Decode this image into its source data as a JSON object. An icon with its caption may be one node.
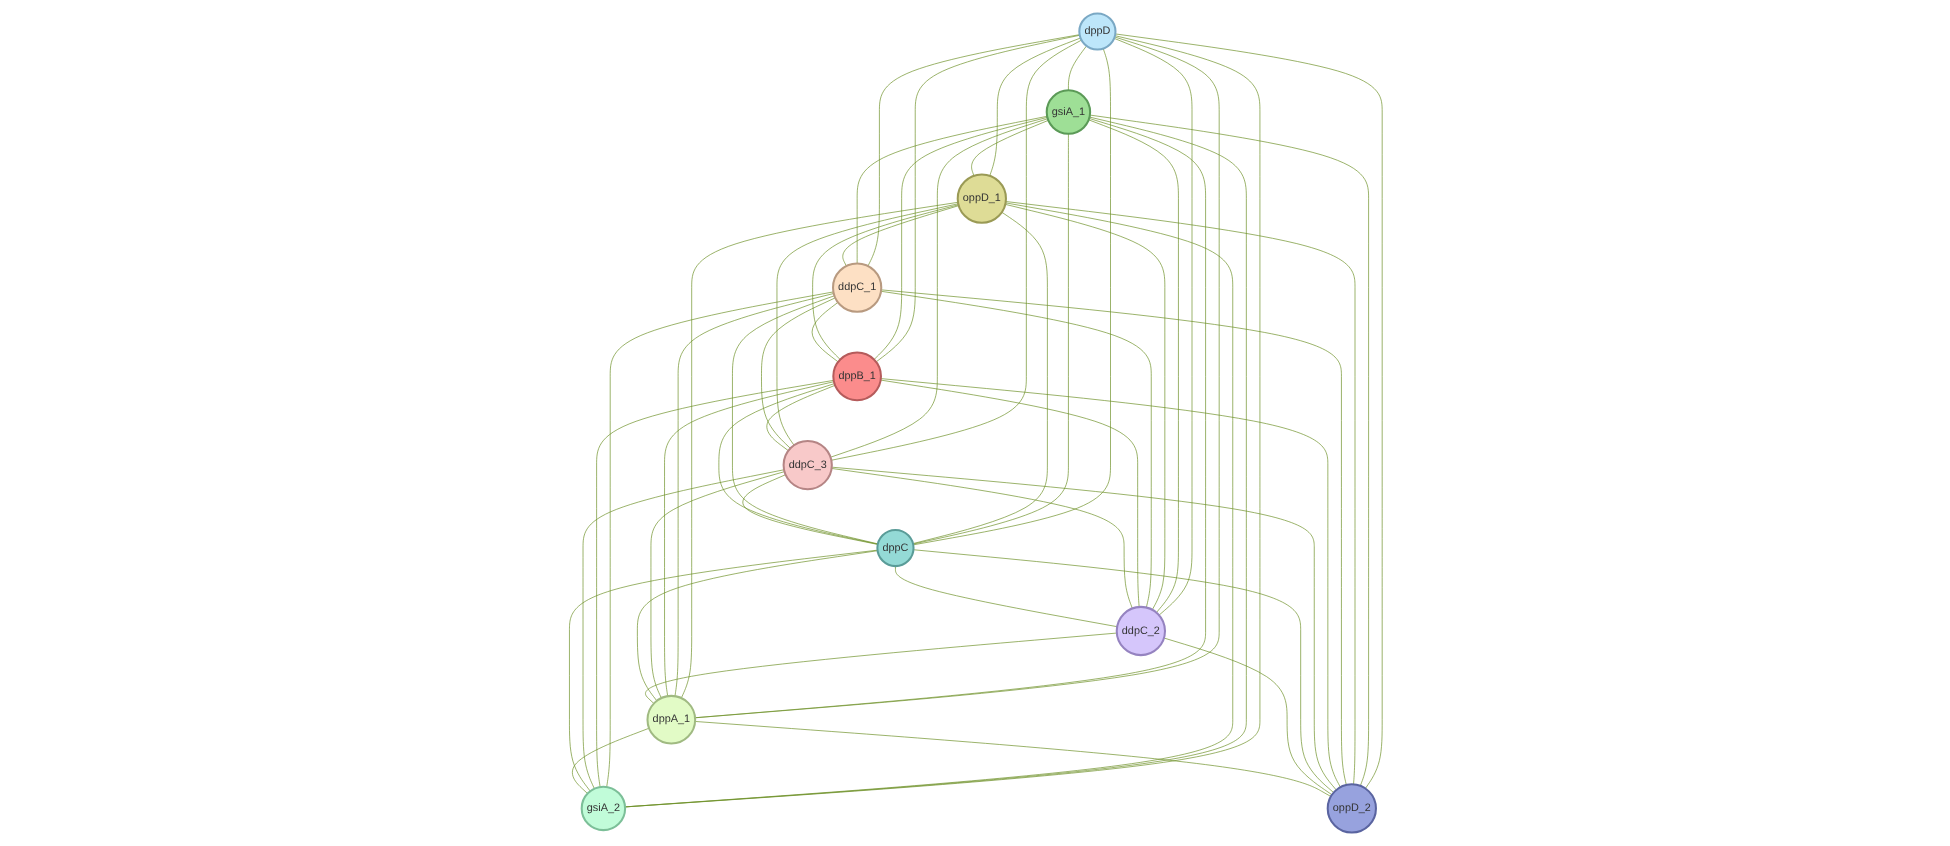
{
  "diagram": {
    "nodes": [
      {
        "text": [
          "dppD"
        ]
      },
      {
        "text": [
          "gsiA_1"
        ]
      },
      {
        "text": [
          "oppD_1"
        ]
      },
      {
        "text": [
          "ddpC_1"
        ]
      },
      {
        "text": [
          "dppB_1"
        ]
      },
      {
        "text": [
          "ddpC_3"
        ]
      },
      {
        "text": [
          "dppC"
        ]
      },
      {
        "text": [
          "ddpC_2"
        ]
      },
      {
        "text": [
          "dppA_1"
        ]
      },
      {
        "text": [
          "gsiA_2"
        ]
      },
      {
        "text": [
          "oppD_2"
        ]
      }
    ],
    "edges": [
      {
        "from": 0,
        "to": 1,
        "arrow": "none"
      },
      {
        "from": 0,
        "to": 2,
        "arrow": "none"
      },
      {
        "from": 0,
        "to": 3,
        "arrow": "none"
      },
      {
        "from": 0,
        "to": 4,
        "arrow": "none"
      },
      {
        "from": 0,
        "to": 5,
        "arrow": "none"
      },
      {
        "from": 0,
        "to": 6,
        "arrow": "none"
      },
      {
        "from": 0,
        "to": 7,
        "arrow": "none"
      },
      {
        "from": 0,
        "to": 8,
        "arrow": "none"
      },
      {
        "from": 0,
        "to": 9,
        "arrow": "none"
      },
      {
        "from": 0,
        "to": 10,
        "arrow": "none"
      },
      {
        "from": 1,
        "to": 2,
        "arrow": "none"
      },
      {
        "from": 1,
        "to": 3,
        "arrow": "none"
      },
      {
        "from": 1,
        "to": 4,
        "arrow": "none"
      },
      {
        "from": 1,
        "to": 5,
        "arrow": "none"
      },
      {
        "from": 1,
        "to": 6,
        "arrow": "none"
      },
      {
        "from": 1,
        "to": 7,
        "arrow": "none"
      },
      {
        "from": 1,
        "to": 8,
        "arrow": "none"
      },
      {
        "from": 1,
        "to": 9,
        "arrow": "none"
      },
      {
        "from": 1,
        "to": 10,
        "arrow": "none"
      },
      {
        "from": 2,
        "to": 3,
        "arrow": "none"
      },
      {
        "from": 2,
        "to": 4,
        "arrow": "none"
      },
      {
        "from": 2,
        "to": 5,
        "arrow": "none"
      },
      {
        "from": 2,
        "to": 6,
        "arrow": "none"
      },
      {
        "from": 2,
        "to": 7,
        "arrow": "none"
      },
      {
        "from": 2,
        "to": 8,
        "arrow": "none"
      },
      {
        "from": 2,
        "to": 9,
        "arrow": "none"
      },
      {
        "from": 2,
        "to": 10,
        "arrow": "none"
      },
      {
        "from": 3,
        "to": 4,
        "arrow": "none"
      },
      {
        "from": 3,
        "to": 5,
        "arrow": "none"
      },
      {
        "from": 3,
        "to": 6,
        "arrow": "none"
      },
      {
        "from": 3,
        "to": 7,
        "arrow": "none"
      },
      {
        "from": 3,
        "to": 8,
        "arrow": "none"
      },
      {
        "from": 3,
        "to": 9,
        "arrow": "none"
      },
      {
        "from": 3,
        "to": 10,
        "arrow": "none"
      },
      {
        "from": 4,
        "to": 5,
        "arrow": "none"
      },
      {
        "from": 4,
        "to": 6,
        "arrow": "none"
      },
      {
        "from": 4,
        "to": 7,
        "arrow": "none"
      },
      {
        "from": 4,
        "to": 8,
        "arrow": "none"
      },
      {
        "from": 4,
        "to": 9,
        "arrow": "none"
      },
      {
        "from": 4,
        "to": 10,
        "arrow": "none"
      },
      {
        "from": 5,
        "to": 6,
        "arrow": "none"
      },
      {
        "from": 5,
        "to": 7,
        "arrow": "none"
      },
      {
        "from": 5,
        "to": 8,
        "arrow": "none"
      },
      {
        "from": 5,
        "to": 9,
        "arrow": "none"
      },
      {
        "from": 5,
        "to": 10,
        "arrow": "none"
      },
      {
        "from": 6,
        "to": 7,
        "arrow": "none"
      },
      {
        "from": 6,
        "to": 8,
        "arrow": "none"
      },
      {
        "from": 6,
        "to": 9,
        "arrow": "none"
      },
      {
        "from": 6,
        "to": 10,
        "arrow": "none"
      },
      {
        "from": 7,
        "to": 8,
        "arrow": "none"
      },
      {
        "from": 7,
        "to": 10,
        "arrow": "none"
      },
      {
        "from": 8,
        "to": 9,
        "arrow": "none"
      },
      {
        "from": 8,
        "to": 10,
        "arrow": "none"
      }
    ]
  }
}
